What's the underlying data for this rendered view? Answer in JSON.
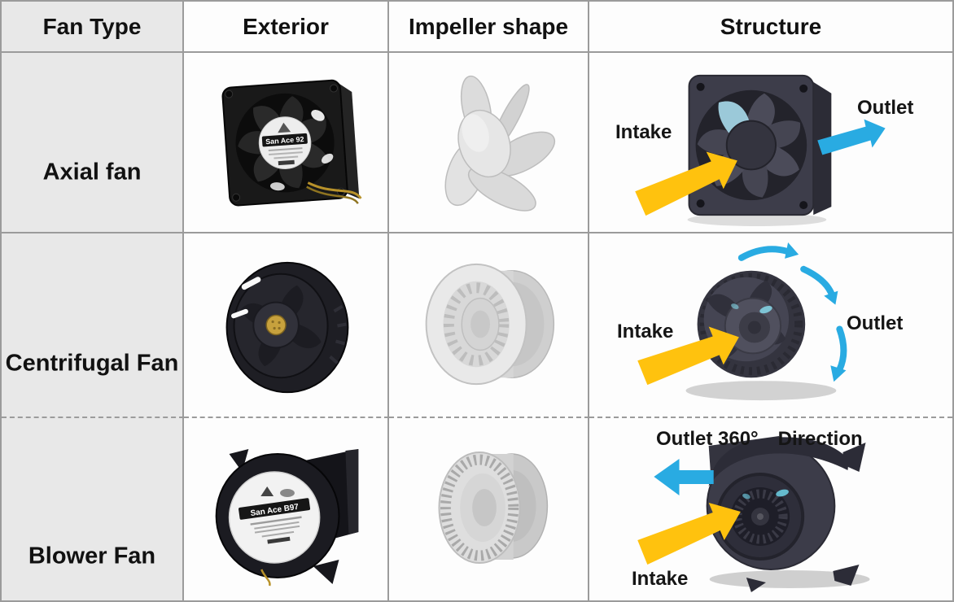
{
  "table": {
    "headers": [
      "Fan Type",
      "Exterior",
      "Impeller shape",
      "Structure"
    ],
    "rows": [
      {
        "fan_type": "Axial fan",
        "exterior_brand": "San Ace 92",
        "structure_labels": {
          "intake": "Intake",
          "outlet": "Outlet"
        }
      },
      {
        "fan_type": "Centrifugal Fan",
        "structure_labels": {
          "intake": "Intake",
          "outlet": "Outlet"
        }
      },
      {
        "fan_type": "Blower Fan",
        "exterior_brand": "San Ace B97",
        "structure_labels": {
          "intake": "Intake",
          "outlet": "Outlet 360°　Direction"
        }
      }
    ]
  },
  "colors": {
    "intake_arrow": "#FFC20E",
    "outlet_arrow": "#29ABE2",
    "header_bg": "#E8E8E8",
    "cell_bg": "#FDFDFD",
    "grid_border": "#9B9B9B",
    "fan_body_dark": "#3C3C49",
    "impeller_gray": "#DEDEDE",
    "text": "#1A1A1A"
  }
}
